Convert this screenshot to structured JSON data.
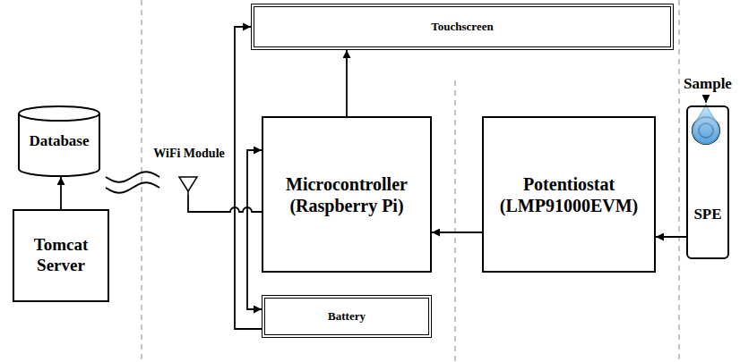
{
  "diagram": {
    "nodes": [
      {
        "text": [
          "Database"
        ]
      },
      {
        "text": [
          "Tomcat Server"
        ]
      },
      {
        "text": [
          "WiFi Module"
        ]
      },
      {
        "text": [
          "Touchscreen"
        ]
      },
      {
        "text": [
          "Microcontroller",
          "(Raspberry Pi)"
        ]
      },
      {
        "text": [
          "Potentiostat",
          "(LMP91000EVM)"
        ]
      },
      {
        "text": [
          "SPE"
        ]
      },
      {
        "text": [
          "Battery"
        ]
      }
    ],
    "edges": [
      {
        "from": 1,
        "to": 0,
        "arrow": "to"
      },
      {
        "from": 7,
        "to": 3,
        "arrow": "to"
      },
      {
        "from": 7,
        "to": 4,
        "arrow": "both"
      },
      {
        "from": 2,
        "to": 4,
        "arrow": "none"
      },
      {
        "from": 4,
        "to": 3,
        "arrow": "to"
      },
      {
        "from": 5,
        "to": 4,
        "arrow": "to"
      },
      {
        "from": 6,
        "to": 5,
        "arrow": "to"
      }
    ],
    "labels": [
      "Sample"
    ]
  }
}
